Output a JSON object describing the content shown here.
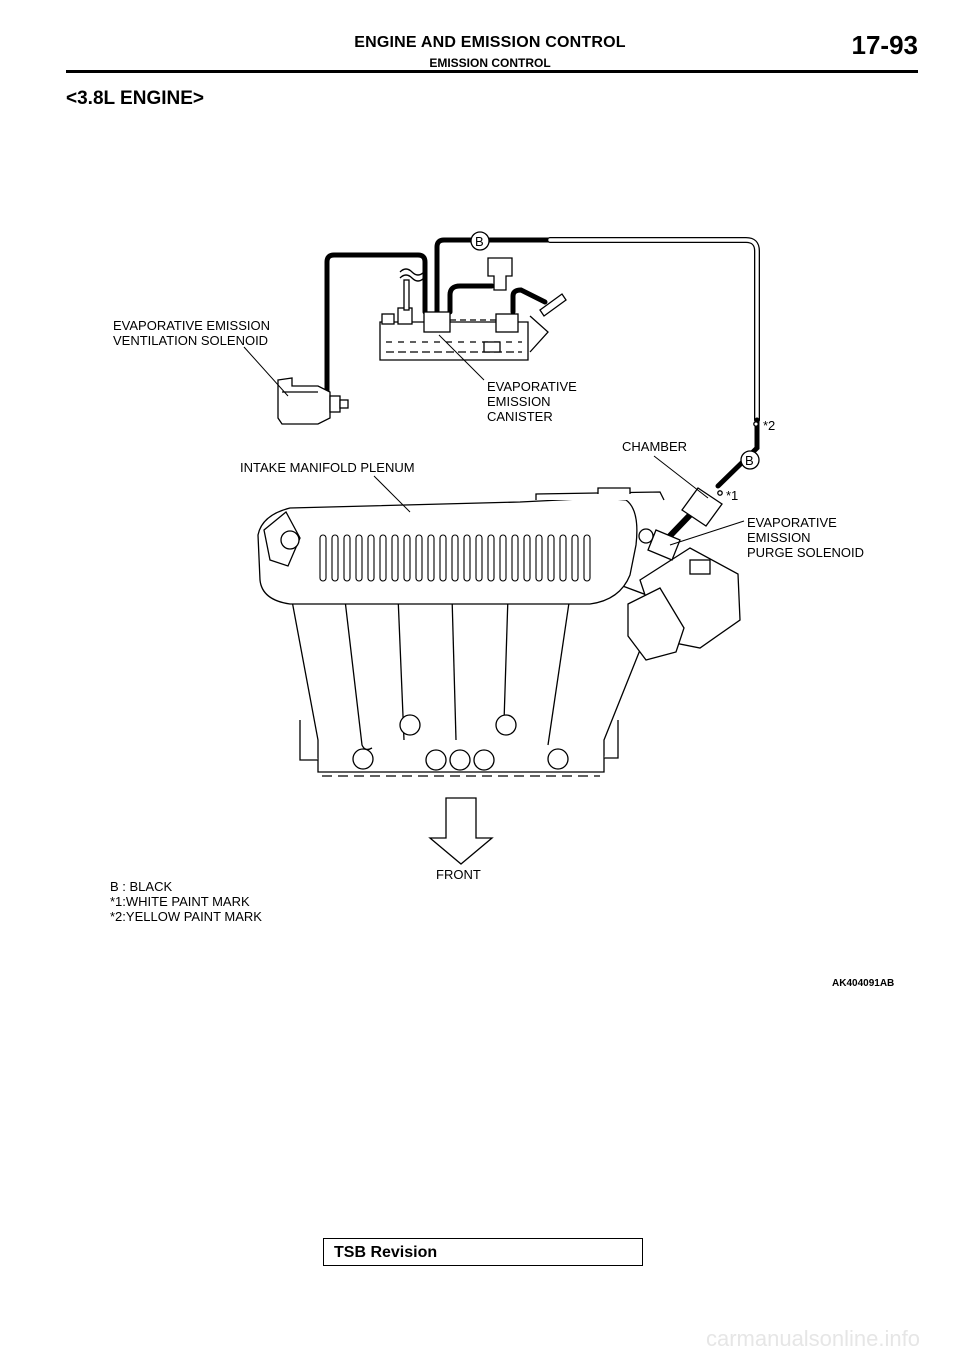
{
  "header": {
    "title": "ENGINE AND EMISSION CONTROL",
    "subtitle": "EMISSION CONTROL",
    "page": "17-93"
  },
  "section_title": "<3.8L ENGINE>",
  "figure": {
    "labels": {
      "ventilation_solenoid_1": "EVAPORATIVE EMISSION",
      "ventilation_solenoid_2": "VENTILATION SOLENOID",
      "canister_1": "EVAPORATIVE",
      "canister_2": "EMISSION",
      "canister_3": "CANISTER",
      "chamber": "CHAMBER",
      "intake_plenum": "INTAKE MANIFOLD PLENUM",
      "purge_solenoid_1": "EVAPORATIVE",
      "purge_solenoid_2": "EMISSION",
      "purge_solenoid_3": "PURGE SOLENOID",
      "mark_b_top": "B",
      "mark_b_right": "B",
      "mark_star1": "*1",
      "mark_star2": "*2",
      "front": "FRONT"
    },
    "legend": [
      "B : BLACK",
      "*1:WHITE PAINT MARK",
      "*2:YELLOW PAINT MARK"
    ],
    "figure_id": "AK404091AB"
  },
  "footer": {
    "tsb_label": "TSB Revision",
    "watermark": "carmanualsonline.info"
  }
}
